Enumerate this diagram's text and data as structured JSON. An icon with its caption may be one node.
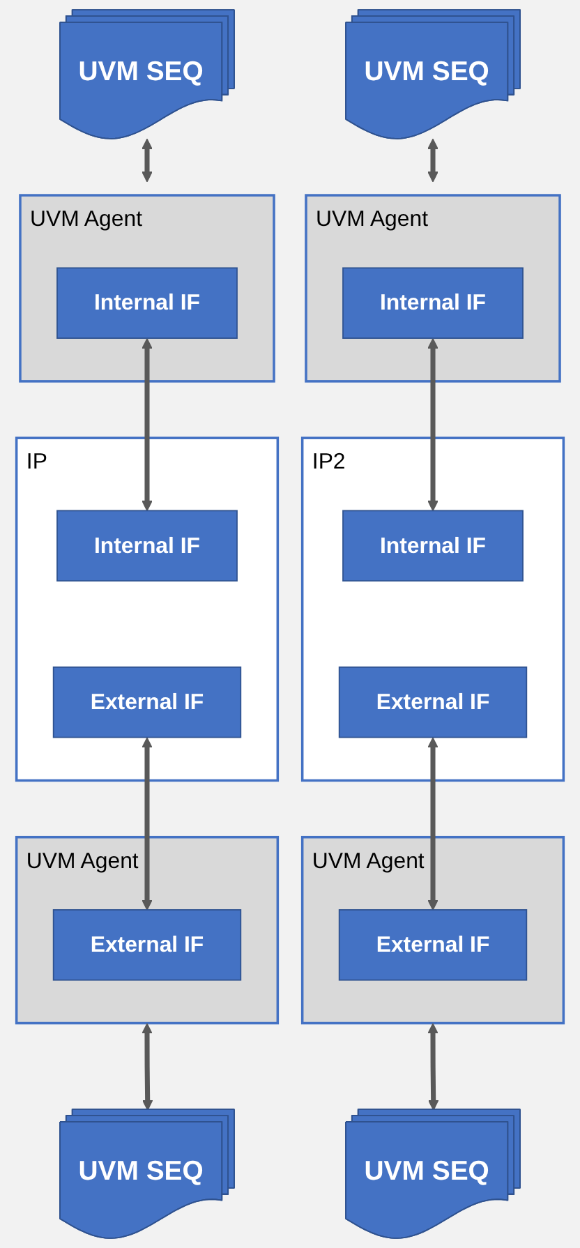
{
  "diagram": {
    "nodes": [
      {
        "text": [
          "UVM SEQ"
        ]
      },
      {
        "text": [
          "UVM Agent"
        ]
      },
      {
        "text": [
          "Internal IF"
        ],
        "in": 1
      },
      {
        "text": [
          "IP"
        ]
      },
      {
        "text": [
          "Internal IF"
        ],
        "in": 3
      },
      {
        "text": [
          "External IF"
        ],
        "in": 3
      },
      {
        "text": [
          "UVM Agent"
        ]
      },
      {
        "text": [
          "External IF"
        ],
        "in": 6
      },
      {
        "text": [
          "UVM SEQ"
        ]
      },
      {
        "text": [
          "UVM SEQ"
        ]
      },
      {
        "text": [
          "UVM Agent"
        ]
      },
      {
        "text": [
          "Internal IF"
        ],
        "in": 10
      },
      {
        "text": [
          "IP2"
        ]
      },
      {
        "text": [
          "Internal IF"
        ],
        "in": 12
      },
      {
        "text": [
          "External IF"
        ],
        "in": 12
      },
      {
        "text": [
          "UVM Agent"
        ]
      },
      {
        "text": [
          "External IF"
        ],
        "in": 15
      },
      {
        "text": [
          "UVM SEQ"
        ]
      }
    ],
    "edges": [
      {
        "from": 0,
        "to": 1,
        "arrow": "both"
      },
      {
        "from": 2,
        "to": 4,
        "arrow": "both"
      },
      {
        "from": 5,
        "to": 7,
        "arrow": "both"
      },
      {
        "from": 6,
        "to": 8,
        "arrow": "both"
      },
      {
        "from": 9,
        "to": 10,
        "arrow": "both"
      },
      {
        "from": 11,
        "to": 13,
        "arrow": "both"
      },
      {
        "from": 14,
        "to": 16,
        "arrow": "both"
      },
      {
        "from": 15,
        "to": 17,
        "arrow": "both"
      }
    ]
  }
}
